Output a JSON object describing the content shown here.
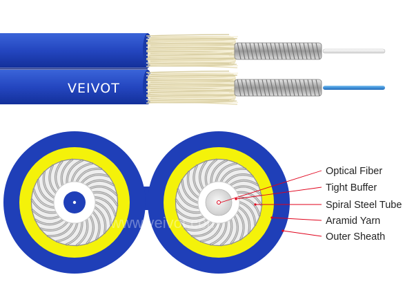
{
  "brand": "VEIVOT",
  "watermark": "www.veivot.com",
  "legend": {
    "labels": [
      "Optical Fiber",
      "Tight Buffer",
      "Spiral Steel Tube",
      "Aramid Yarn",
      "Outer Sheath"
    ]
  },
  "colors": {
    "sheath_blue": "#1f3fb8",
    "sheath_blue_light": "#2f5ad4",
    "aramid_yellow": "#f4f20a",
    "steel_gray": "#c8c8c8",
    "fiber_blue": "#3d8fd8",
    "fiber_white": "#f2f2f2",
    "leader_red": "#e0001a"
  }
}
